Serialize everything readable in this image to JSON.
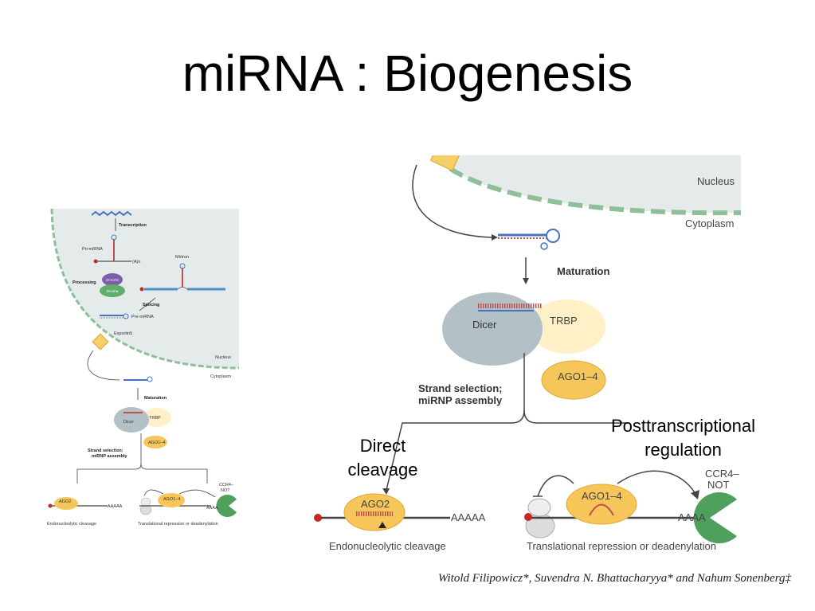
{
  "slide": {
    "title": "miRNA : Biogenesis",
    "overlay_direct": "Direct\ncleavage",
    "overlay_post": "Posttranscriptional\nregulation",
    "citation": "Witold Filipowicz*, Suvendra N. Bhattacharyya* and Nahum Sonenberg‡"
  },
  "small_figure": {
    "transcription": "Transcription",
    "pri_mirna": "Pri-miRNA",
    "mirtron": "Mirtron",
    "processing": "Processing",
    "drosha": "Drosha",
    "dgcr8": "DGCR8",
    "splicing": "Splicing",
    "pre_mirna": "Pre-miRNA",
    "exportin5": "Exportin5",
    "nucleus": "Nucleus",
    "cytoplasm": "Cytoplasm",
    "maturation": "Maturation",
    "dicer": "Dicer",
    "trbp": "TRBP",
    "ago14": "AGO1–4",
    "strand_1": "Strand selection;",
    "strand_2": "miRNP assembly",
    "ago2": "AGO2",
    "aaaaa": "AAAAA",
    "ccr4_1": "CCR4–",
    "ccr4_2": "NOT",
    "aaaa": "AAAA",
    "poly_a": "(A)n",
    "endo": "Endonucleolytic cleavage",
    "trans": "Translational  repression or deadenylation"
  },
  "large_figure": {
    "nucleus": "Nucleus",
    "cytoplasm": "Cytoplasm",
    "maturation": "Maturation",
    "dicer": "Dicer",
    "trbp": "TRBP",
    "ago14": "AGO1–4",
    "strand_1": "Strand selection;",
    "strand_2": "miRNP assembly",
    "ago2": "AGO2",
    "aaaaa": "AAAAA",
    "ccr4_1": "CCR4–",
    "ccr4_2": "NOT",
    "aaaa": "AAAA",
    "endo": "Endonucleolytic cleavage",
    "trans": "Translational  repression or deadenylation"
  }
}
